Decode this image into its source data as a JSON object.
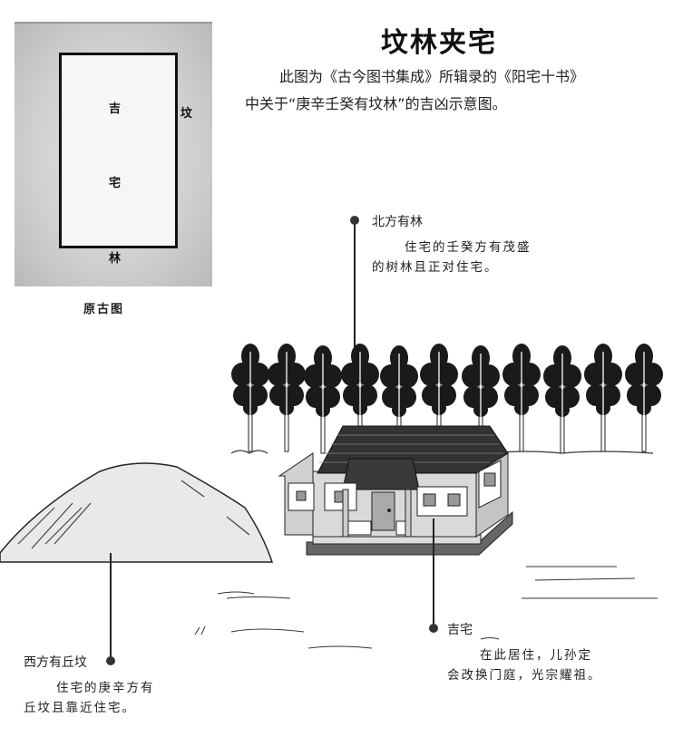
{
  "title": "坟林夹宅",
  "intro": {
    "line1": "此图为《古今图书集成》所辑录的《阳宅十书》",
    "line2": "中关于“庚辛壬癸有坟林”的吉凶示意图。"
  },
  "original_figure": {
    "caption": "原古图",
    "chars": {
      "top": "吉",
      "middle": "宅",
      "right": "坟",
      "bottom": "林"
    }
  },
  "callouts": {
    "north": {
      "label": "北方有林",
      "desc_line1": "住宅的壬癸方有茂盛",
      "desc_line2": "的树林且正对住宅。"
    },
    "west": {
      "label": "西方有丘坟",
      "desc_line1": "住宅的庚辛方有",
      "desc_line2": "丘坟且靠近住宅。"
    },
    "house": {
      "label": "吉宅",
      "desc_line1": "在此居住，儿孙定",
      "desc_line2": "会改换门庭，光宗耀祖。"
    }
  },
  "illustration": {
    "tree_count": 11,
    "elements": [
      "tree-row",
      "house",
      "grave-mound",
      "grass"
    ]
  }
}
